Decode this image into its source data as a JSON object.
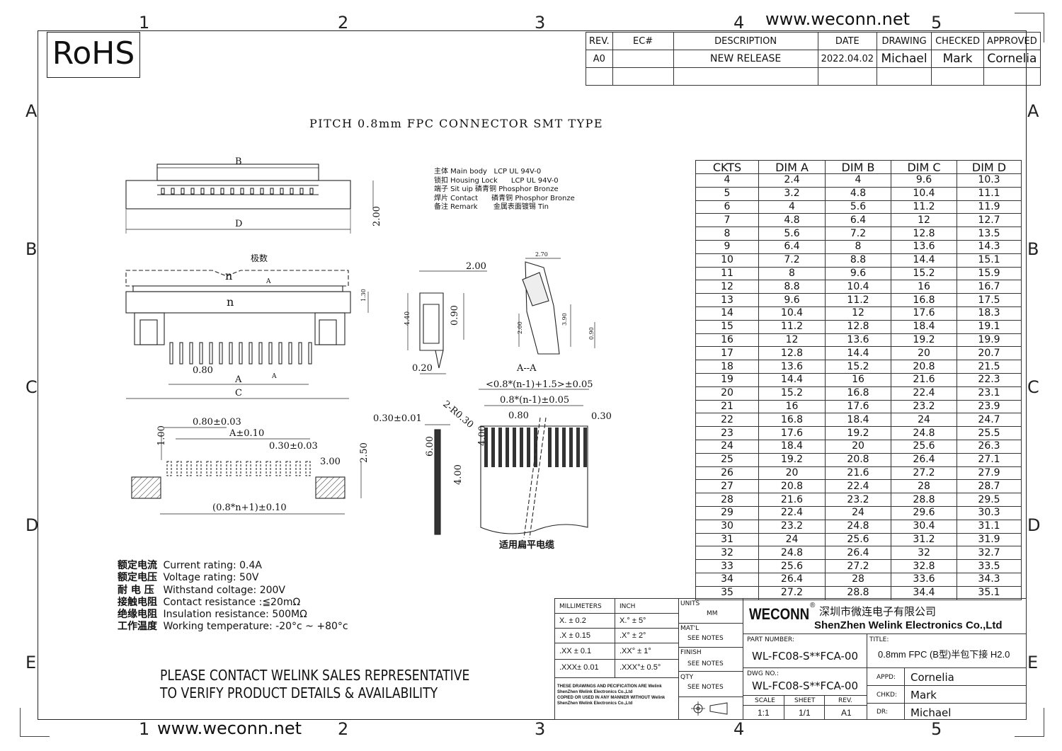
{
  "header": {
    "website": "www.weconn.net",
    "rohs": "RoHS"
  },
  "zones": {
    "top": [
      "1",
      "2",
      "3",
      "4",
      "5"
    ],
    "side": [
      "A",
      "B",
      "C",
      "D",
      "E"
    ]
  },
  "revision": {
    "headers": [
      "REV.",
      "EC#",
      "DESCRIPTION",
      "DATE",
      "DRAWING",
      "CHECKED",
      "APPROVED"
    ],
    "rows": [
      [
        "A0",
        "",
        "NEW RELEASE",
        "2022.04.02",
        "Michael",
        "Mark",
        "Cornelia"
      ]
    ]
  },
  "page_title": "PITCH 0.8mm FPC CONNECTOR SMT TYPE",
  "materials": [
    "主体 Main body   LCP UL 94V-0",
    "锁扣 Housing Lock      LCP UL 94V-0",
    "端子 Sit uip 磷青铜 Phosphor Bronze",
    "焊片 Contact      磷青铜 Phosphor Bronze",
    "备注 Remark       金属表面镀锡 Tin"
  ],
  "drawing_labels": {
    "B": "B",
    "D": "D",
    "A": "A",
    "C": "C",
    "n": "n",
    "polarity": "极数",
    "dim_2_00_side": "2.00",
    "dim_1_30": "1.30",
    "dim_0_80": "0.80",
    "dim_2_00": "2.00",
    "dim_4_40": "4.40",
    "dim_0_90": "0.90",
    "dim_0_20": "0.20",
    "dim_2_70": "2.70",
    "dim_2_00b": "2.00",
    "dim_3_90": "3.90",
    "dim_0_90b": "0.90",
    "section": "A--A",
    "pad_pitch": "0.80±0.03",
    "pad_a": "A±0.10",
    "pad_w": "0.30±0.03",
    "pad_1_00": "1.00",
    "pad_3_00": "3.00",
    "pad_2_50": "2.50",
    "pad_total": "(0.8*n+1)±0.10",
    "fpc_t": "0.30±0.01",
    "fpc_6_00": "6.00",
    "fpc_4_00": "4.00",
    "fpc_4_00b": "4.00",
    "fpc_r": "2-R0.30",
    "fpc_outer": "<0.8*(n-1)+1.5>±0.05",
    "fpc_inner": "0.8*(n-1)±0.05",
    "fpc_pitch": "0.80",
    "fpc_w": "0.30",
    "fpc_caption": "适用扁平电缆"
  },
  "dimension_table": {
    "headers": [
      "CKTS",
      "DIM A",
      "DIM B",
      "DIM C",
      "DIM D"
    ],
    "rows": [
      [
        "4",
        "2.4",
        "4",
        "9.6",
        "10.3"
      ],
      [
        "5",
        "3.2",
        "4.8",
        "10.4",
        "11.1"
      ],
      [
        "6",
        "4",
        "5.6",
        "11.2",
        "11.9"
      ],
      [
        "7",
        "4.8",
        "6.4",
        "12",
        "12.7"
      ],
      [
        "8",
        "5.6",
        "7.2",
        "12.8",
        "13.5"
      ],
      [
        "9",
        "6.4",
        "8",
        "13.6",
        "14.3"
      ],
      [
        "10",
        "7.2",
        "8.8",
        "14.4",
        "15.1"
      ],
      [
        "11",
        "8",
        "9.6",
        "15.2",
        "15.9"
      ],
      [
        "12",
        "8.8",
        "10.4",
        "16",
        "16.7"
      ],
      [
        "13",
        "9.6",
        "11.2",
        "16.8",
        "17.5"
      ],
      [
        "14",
        "10.4",
        "12",
        "17.6",
        "18.3"
      ],
      [
        "15",
        "11.2",
        "12.8",
        "18.4",
        "19.1"
      ],
      [
        "16",
        "12",
        "13.6",
        "19.2",
        "19.9"
      ],
      [
        "17",
        "12.8",
        "14.4",
        "20",
        "20.7"
      ],
      [
        "18",
        "13.6",
        "15.2",
        "20.8",
        "21.5"
      ],
      [
        "19",
        "14.4",
        "16",
        "21.6",
        "22.3"
      ],
      [
        "20",
        "15.2",
        "16.8",
        "22.4",
        "23.1"
      ],
      [
        "21",
        "16",
        "17.6",
        "23.2",
        "23.9"
      ],
      [
        "22",
        "16.8",
        "18.4",
        "24",
        "24.7"
      ],
      [
        "23",
        "17.6",
        "19.2",
        "24.8",
        "25.5"
      ],
      [
        "24",
        "18.4",
        "20",
        "25.6",
        "26.3"
      ],
      [
        "25",
        "19.2",
        "20.8",
        "26.4",
        "27.1"
      ],
      [
        "26",
        "20",
        "21.6",
        "27.2",
        "27.9"
      ],
      [
        "27",
        "20.8",
        "22.4",
        "28",
        "28.7"
      ],
      [
        "28",
        "21.6",
        "23.2",
        "28.8",
        "29.5"
      ],
      [
        "29",
        "22.4",
        "24",
        "29.6",
        "30.3"
      ],
      [
        "30",
        "23.2",
        "24.8",
        "30.4",
        "31.1"
      ],
      [
        "31",
        "24",
        "25.6",
        "31.2",
        "31.9"
      ],
      [
        "32",
        "24.8",
        "26.4",
        "32",
        "32.7"
      ],
      [
        "33",
        "25.6",
        "27.2",
        "32.8",
        "33.5"
      ],
      [
        "34",
        "26.4",
        "28",
        "33.6",
        "34.3"
      ],
      [
        "35",
        "27.2",
        "28.8",
        "34.4",
        "35.1"
      ]
    ]
  },
  "ratings": [
    {
      "cn": "额定电流",
      "en": "Current rating: 0.4A"
    },
    {
      "cn": "额定电压",
      "en": "Voltage rating: 50V"
    },
    {
      "cn": "耐 电 压",
      "en": "Withstand coltage: 200V"
    },
    {
      "cn": "接触电阻",
      "en": "Contact resistance :≦20mΩ"
    },
    {
      "cn": "绝缘电阻",
      "en": "Insulation resistance: 500MΩ"
    },
    {
      "cn": "工作温度",
      "en": "Working temperature: -20°c ~ +80°c"
    }
  ],
  "contact_note": [
    "PLEASE CONTACT WELINK SALES REPRESENTATIVE",
    "TO VERIFY PRODUCT DETAILS & AVAILABILITY"
  ],
  "title_block": {
    "tol_headers": [
      "MILLIMETERS",
      "INCH"
    ],
    "tol_rows": [
      [
        "X.  ±  0.2",
        "X.°  ±  5°"
      ],
      [
        ".X  ±  0.15",
        ".X°  ±  2°"
      ],
      [
        ".XX  ±  0.1",
        ".XX°  ±  1°"
      ],
      [
        ".XXX±  0.01",
        ".XXX°±  0.5°"
      ]
    ],
    "units_label": "UNITS",
    "units_value": "MM",
    "matl_label": "MAT'L",
    "matl_value": "SEE NOTES",
    "finish_label": "FINISH",
    "finish_value": "SEE NOTES",
    "qty_label": "QTY",
    "qty_value": "SEE NOTES",
    "disclaimer": [
      "THESE DRAWINGS AND PECIFICATION  ARE Welink",
      "ShenZhen Welink Electronics Co.,Ltd",
      " COPIED OR USED IN ANY MANNER WITHOUT Welink",
      "ShenZhen Welink Electronics Co.,Ltd"
    ],
    "brand": "WECONN",
    "company_cn": "深圳市微连电子有限公司",
    "company_en": "ShenZhen Welink Electronics Co.,Ltd",
    "part_label": "PART NUMBER:",
    "part_value": "WL-FC08-S**FCA-00",
    "title_label": "TITLE:",
    "title_value": "0.8mm FPC (B型)半包下接 H2.0",
    "dwg_label": "DWG NO.:",
    "dwg_value": "WL-FC08-S**FCA-00",
    "scale_label": "SCALE",
    "scale_value": "1:1",
    "sheet_label": "SHEET",
    "sheet_value": "1/1",
    "rev_label": "REV.",
    "rev_value": "A1",
    "appd_label": "APPD:",
    "appd_value": "Cornelia",
    "chkd_label": "CHKD:",
    "chkd_value": "Mark",
    "dr_label": "DR:",
    "dr_value": "Michael"
  }
}
